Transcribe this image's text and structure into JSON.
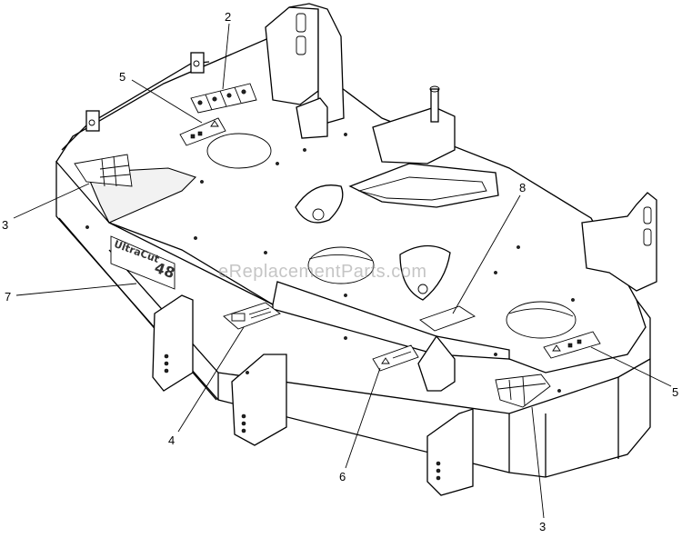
{
  "diagram": {
    "watermark": "eReplacementParts.com",
    "deck_brand": "UltraCut",
    "deck_size": "48",
    "callouts": [
      {
        "id": "c2-top",
        "label": "2"
      },
      {
        "id": "c5-left",
        "label": "5"
      },
      {
        "id": "c3-left",
        "label": "3"
      },
      {
        "id": "c7",
        "label": "7"
      },
      {
        "id": "c8",
        "label": "8"
      },
      {
        "id": "c5-right",
        "label": "5"
      },
      {
        "id": "c4",
        "label": "4"
      },
      {
        "id": "c6",
        "label": "6"
      },
      {
        "id": "c3-bottom",
        "label": "3"
      }
    ]
  }
}
